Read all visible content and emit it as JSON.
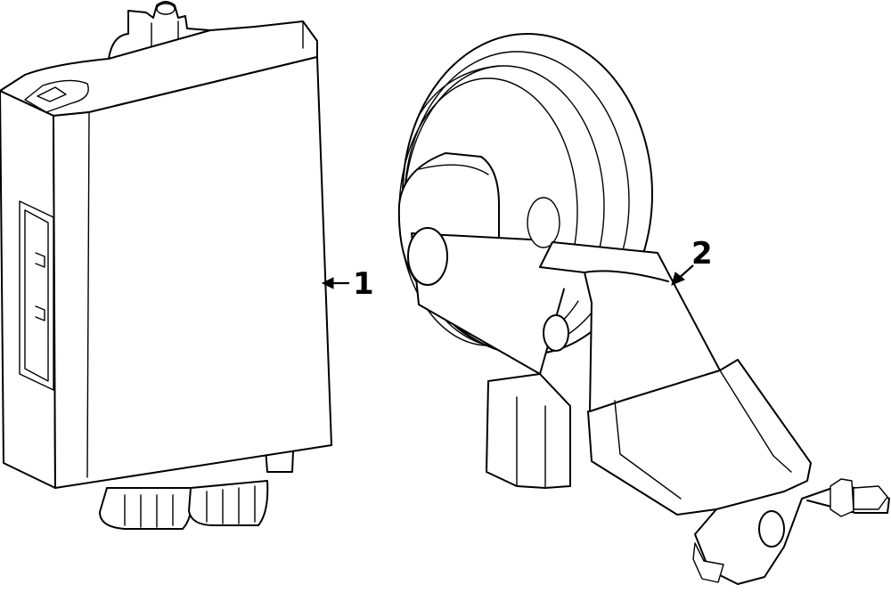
{
  "callouts": [
    {
      "id": "1",
      "label": "1",
      "part": "module"
    },
    {
      "id": "2",
      "label": "2",
      "part": "horn"
    }
  ]
}
